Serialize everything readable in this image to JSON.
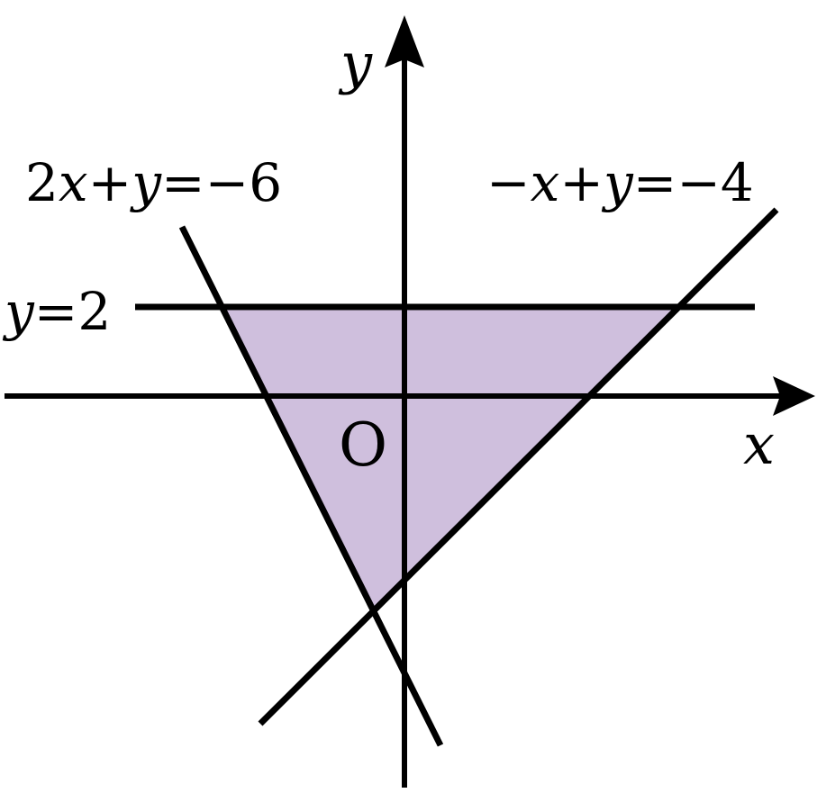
{
  "diagram": {
    "region_color": "#cfbfdd",
    "line_color": "#000000",
    "background_color": "#ffffff"
  },
  "axes": {
    "x_label": "x",
    "y_label": "y",
    "origin_label": "O"
  },
  "lines": {
    "line_a": {
      "label_parts": [
        "2",
        "x",
        "+",
        "y",
        "=−6"
      ]
    },
    "line_b": {
      "label_parts": [
        "−",
        "x",
        "+",
        "y",
        "=−4"
      ]
    },
    "line_c": {
      "label_parts": [
        "y",
        "=2"
      ]
    }
  }
}
